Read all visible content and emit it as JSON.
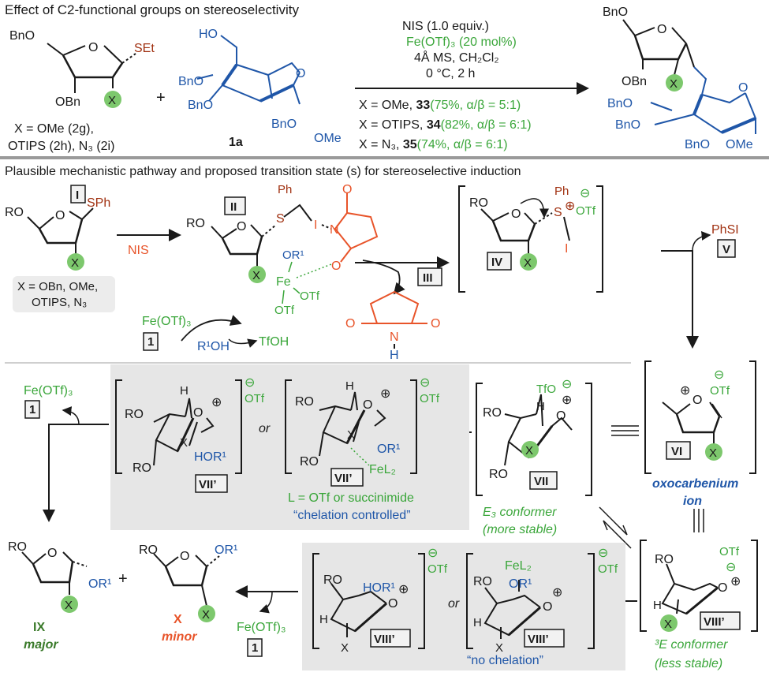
{
  "colors": {
    "black": "#1a1a1a",
    "green": "#3aa63a",
    "blue": "#1f56a8",
    "red": "#e8542a",
    "darkred": "#a03010",
    "circle": "#7dc86d",
    "panel": "#e6e6e6",
    "rule": "#9a9a9a",
    "box": "#f2f2f2"
  },
  "header": {
    "title": "Effect of C2-functional groups on stereoselectivity",
    "donor_obn5": "BnO",
    "donor_set": "SEt",
    "donor_obn3": "OBn",
    "donor_x": "X",
    "donor_caption1": "X = OMe (2g),",
    "donor_caption2": "OTIPS (2h), N₃ (2i)",
    "plus": "+",
    "acc_ho": "HO",
    "acc_o": "O",
    "acc_bno1": "BnO",
    "acc_bno2": "BnO",
    "acc_bno3": "BnO",
    "acc_ome": "OMe",
    "acc_label": "1a",
    "cond1": "NIS (1.0 equiv.)",
    "cond2": "Fe(OTf)₃ (20 mol%)",
    "cond3": "4Å MS, CH₂Cl₂",
    "cond4": "0 °C, 2 h",
    "res1a": "X = OMe, ",
    "res1b": "33",
    "res1c": "(75%, α/β = 5:1)",
    "res2a": "X = OTIPS, ",
    "res2b": "34",
    "res2c": "(82%, α/β = 6:1)",
    "res3a": "X = N₃, ",
    "res3b": "35",
    "res3c": "(74%, α/β = 6:1)",
    "prod_bno": "BnO",
    "prod_obn": "OBn",
    "prod_x": "X",
    "prod_o": "O",
    "prod_bno2": "BnO",
    "prod_bno3": "BnO",
    "prod_bno4": "BnO",
    "prod_ome": "OMe"
  },
  "mechanism": {
    "title": "Plausible mechanistic pathway and proposed transition state (s) for stereoselective induction",
    "I": "I",
    "II": "II",
    "III": "III",
    "IV": "IV",
    "V": "V",
    "VI": "VI",
    "VII": "VII",
    "VII_prime": "VII’",
    "VIII_prime": "VIII’",
    "IX": "IX",
    "X": "X",
    "one": "1",
    "ro": "RO",
    "o": "O",
    "sph": "SPh",
    "x": "X",
    "ph": "Ph",
    "s": "S",
    "i": "I",
    "n": "N",
    "h": "H",
    "otf": "OTf",
    "or1": "OR¹",
    "or1b": "OR¹",
    "fe": "Fe",
    "ome_sign": "⊖",
    "plus_sign": "⊕",
    "nis": "NIS",
    "xlist1": "X = OBn, OMe,",
    "xlist2": "OTIPS, N₃",
    "feotf3": "Fe(OTf)₃",
    "r1oh": "R¹OH",
    "tfoh": "TfOH",
    "phsi": "PhSI",
    "tfo": "TfO",
    "hor1": "HOR¹",
    "fel2": "FeL₂",
    "or": "or",
    "l_def": "L = OTf or succinimide",
    "chelation": "“chelation controlled”",
    "e3a": "E₃ conformer",
    "e3b": "(more stable)",
    "oxo1": "oxocarbenium",
    "oxo2": "ion",
    "e3_3a": "³E conformer",
    "e3_3b": "(less stable)",
    "no_chelation": "“no chelation”",
    "major": "major",
    "minor": "minor",
    "plus": "+"
  }
}
